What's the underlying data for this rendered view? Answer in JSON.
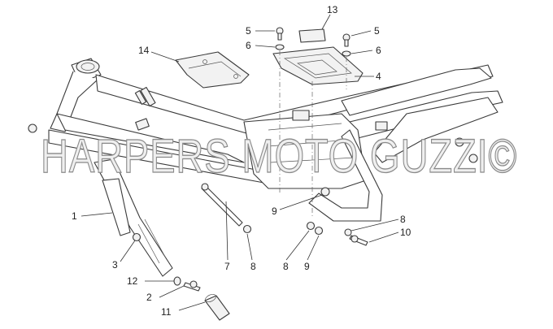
{
  "watermark": "HARPERS MOTO GUZZI©",
  "callouts": {
    "c1": "1",
    "c2": "2",
    "c3": "3",
    "c4": "4",
    "c5a": "5",
    "c5b": "5",
    "c6a": "6",
    "c6b": "6",
    "c7": "7",
    "c8a": "8",
    "c8b": "8",
    "c8c": "8",
    "c9a": "9",
    "c9b": "9",
    "c10": "10",
    "c11": "11",
    "c12": "12",
    "c13": "13",
    "c14": "14"
  }
}
